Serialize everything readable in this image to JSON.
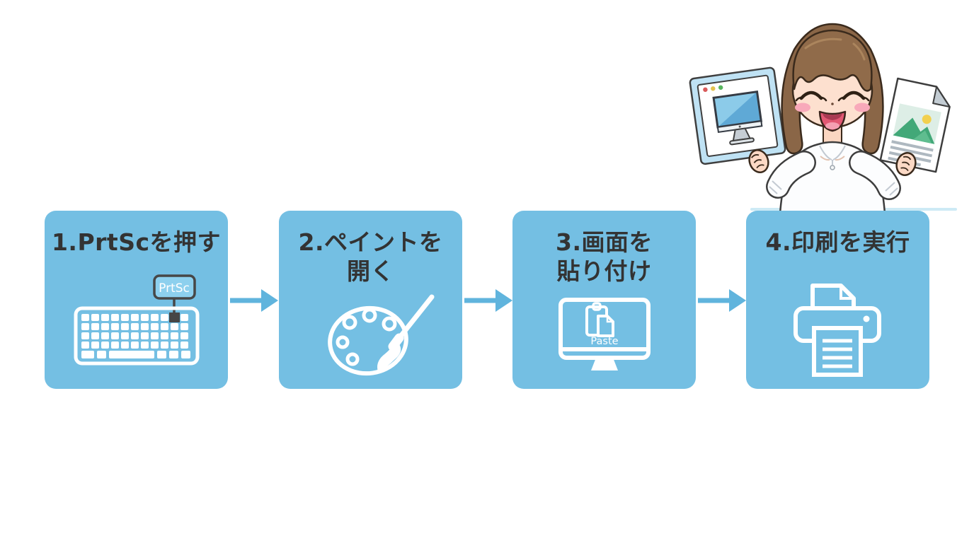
{
  "steps": [
    {
      "label_line1": "1.PrtScを押す",
      "label_line2": "",
      "icon": "keyboard-prtsc-icon",
      "key_label": "PrtSc"
    },
    {
      "label_line1": "2.ペイントを",
      "label_line2": "開く",
      "icon": "paint-palette-icon"
    },
    {
      "label_line1": "3.画面を",
      "label_line2": "貼り付け",
      "icon": "monitor-paste-icon",
      "screen_label": "Paste"
    },
    {
      "label_line1": "4.印刷を実行",
      "label_line2": "",
      "icon": "printer-icon"
    }
  ],
  "colors": {
    "panel_blue": "#74bfe3",
    "arrow_blue": "#60b4dd",
    "title_text": "#333333",
    "icon_white": "#ffffff",
    "prtsc_key_fill": "#8dd0ee",
    "callout_border": "#474747",
    "table_line_blue": "#cdeaf5"
  },
  "illustration": {
    "name": "smiling-woman-holding-screenshot-window-and-printout"
  }
}
